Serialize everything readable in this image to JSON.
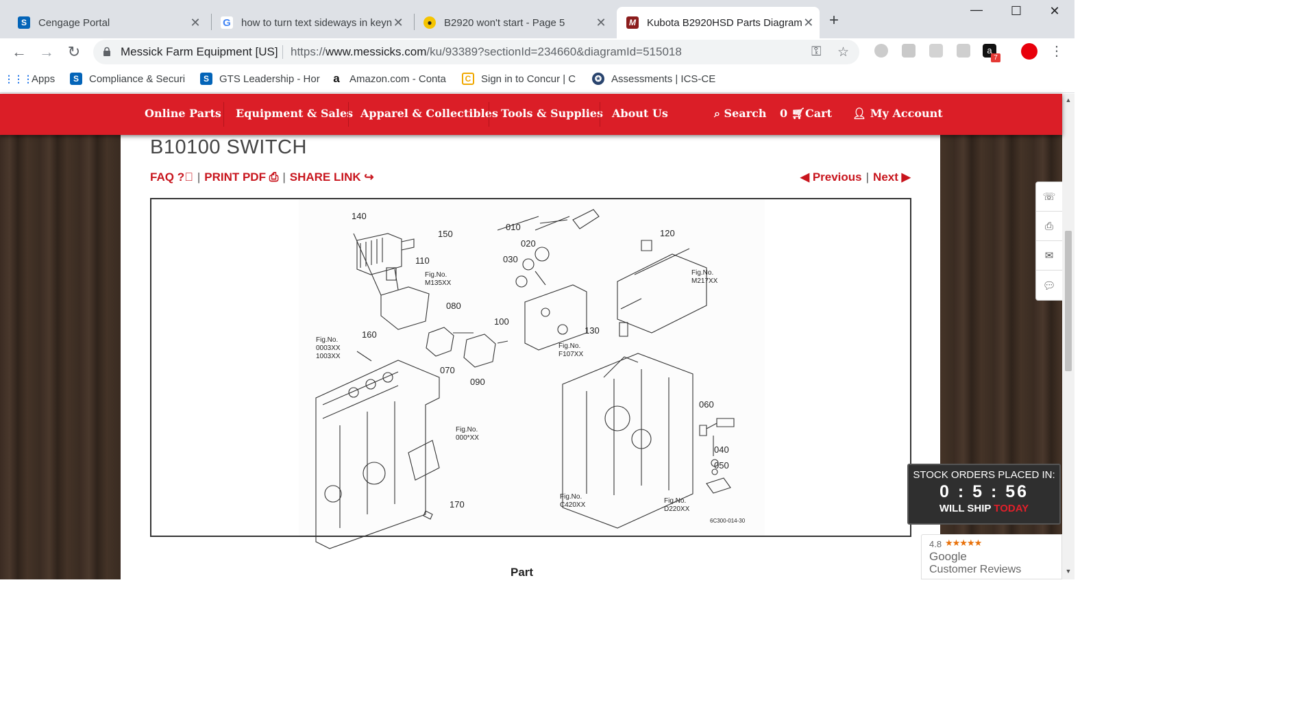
{
  "browser": {
    "tabs": [
      {
        "title": "Cengage Portal",
        "icon": "sharepoint-icon",
        "active": false
      },
      {
        "title": "how to turn text sideways in keyn",
        "icon": "google-icon",
        "active": false
      },
      {
        "title": "B2920 won't start - Page 5",
        "icon": "forum-icon",
        "active": false
      },
      {
        "title": "Kubota B2920HSD Parts Diagram",
        "icon": "messicks-icon",
        "active": true
      }
    ],
    "new_tab": "+",
    "window_controls": {
      "minimize": "—",
      "maximize": "☐",
      "close": "✕"
    },
    "address": {
      "site_label": "Messick Farm Equipment [US]",
      "url_scheme": "https://",
      "url_host": "www.messicks.com",
      "url_path": "/ku/93389?sectionId=234660&diagramId=515018"
    },
    "extension_badge": "7",
    "bookmarks": [
      {
        "label": "Apps",
        "icon": "apps-grid-icon"
      },
      {
        "label": "Compliance & Securi",
        "icon": "sharepoint-icon"
      },
      {
        "label": "GTS Leadership - Hor",
        "icon": "sharepoint-icon"
      },
      {
        "label": "Amazon.com - Conta",
        "icon": "amazon-icon"
      },
      {
        "label": "Sign in to Concur | C",
        "icon": "concur-icon"
      },
      {
        "label": "Assessments | ICS-CE",
        "icon": "seal-icon"
      }
    ]
  },
  "site": {
    "nav": {
      "online_parts": "Online Parts",
      "equipment_sales": "Equipment & Sales",
      "apparel": "Apparel & Collectibles",
      "tools": "Tools & Supplies",
      "about": "About Us",
      "search": "Search",
      "cart_count": "0",
      "cart": "Cart",
      "account": "My Account"
    },
    "section_title": "B10100 SWITCH",
    "links": {
      "faq": "FAQ",
      "print_pdf": "PRINT PDF",
      "share_link": "SHARE LINK",
      "previous": "Previous",
      "next": "Next",
      "separator": "|"
    },
    "diagram": {
      "callouts": [
        "140",
        "150",
        "110",
        "080",
        "100",
        "070",
        "090",
        "160",
        "170",
        "010",
        "020",
        "030",
        "120",
        "130",
        "060",
        "040",
        "050"
      ],
      "fig_refs": [
        "Fig.No. M135XX",
        "Fig.No. 0003XX 1003XX",
        "Fig.No. 000*XX",
        "Fig.No. F107XX",
        "Fig.No. M217XX",
        "Fig.No. C420XX",
        "Fig.No. D220XX"
      ],
      "code": "6C300-014-30"
    },
    "part_header": "Part",
    "timer": {
      "label": "STOCK ORDERS PLACED IN:",
      "time": "0 : 5 : 56",
      "ship_prefix": "WILL SHIP",
      "ship_when": "TODAY"
    },
    "reviews": {
      "score": "4.8",
      "stars": "★★★★★",
      "brand": "Google",
      "label": "Customer Reviews"
    }
  }
}
